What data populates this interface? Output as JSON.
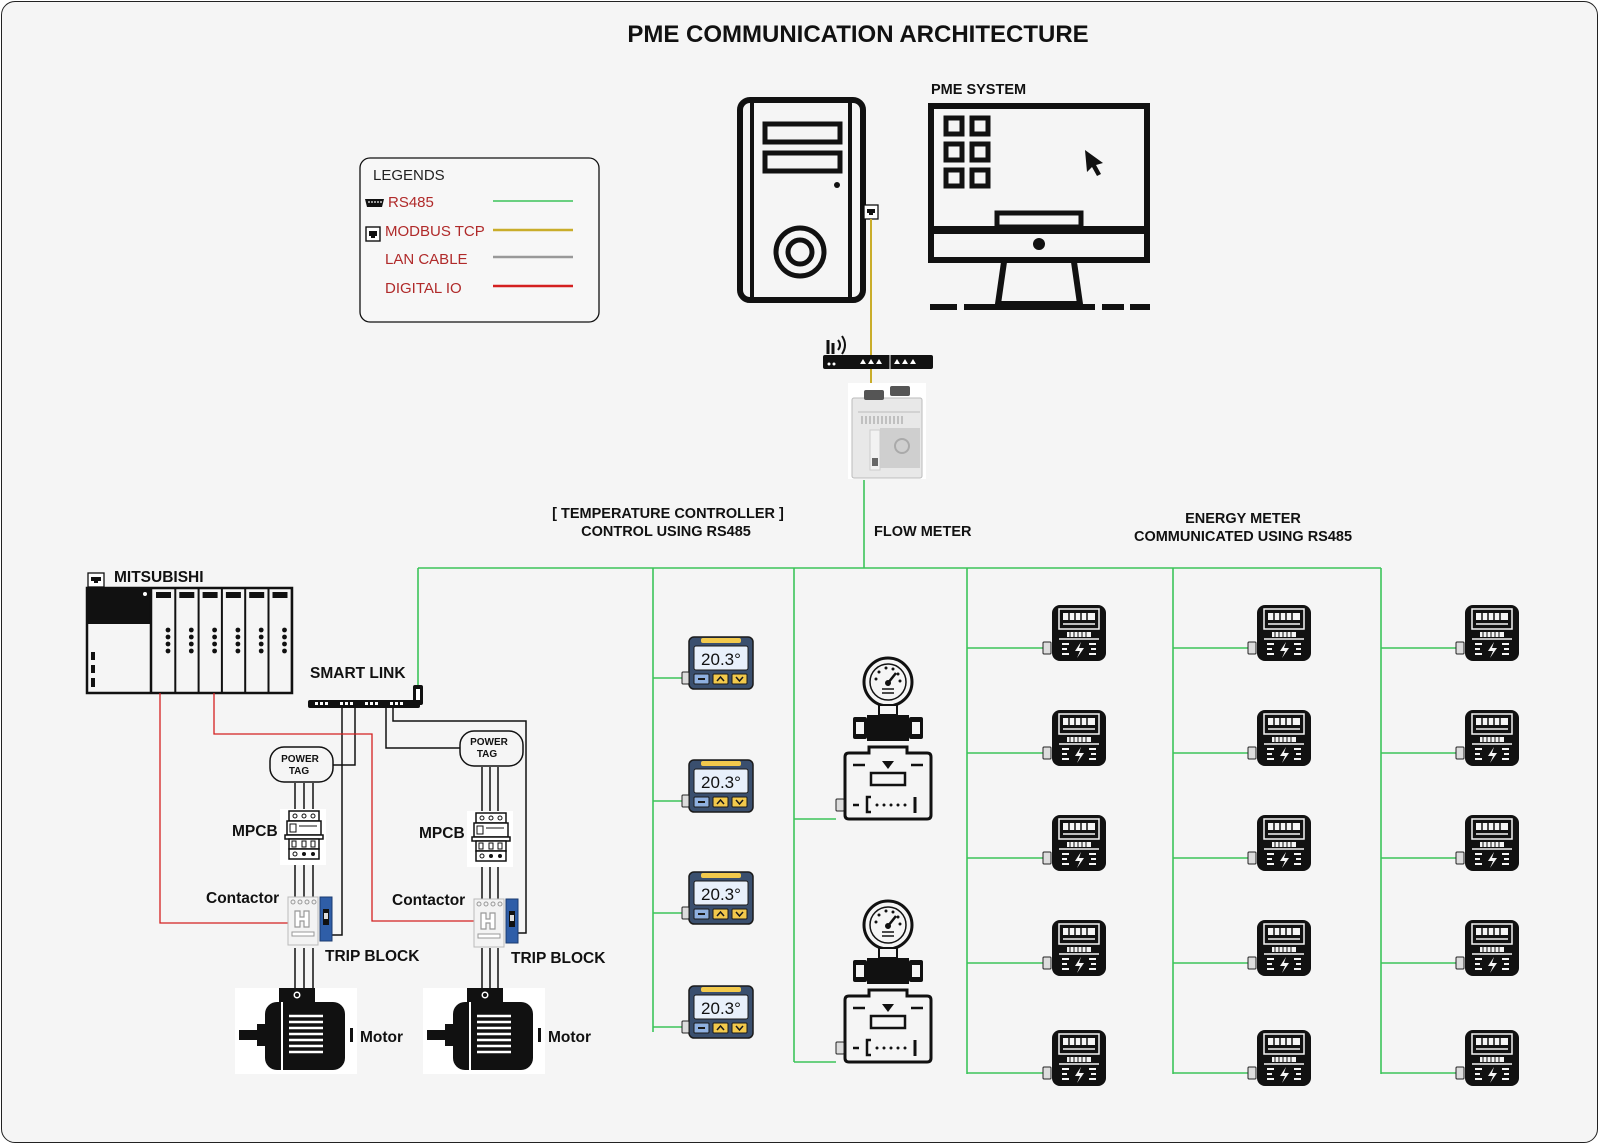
{
  "title": "PME COMMUNICATION ARCHITECTURE",
  "colors": {
    "rs485": "#3cc45a",
    "modbus_tcp": "#c9ad2a",
    "lan_cable": "#999999",
    "digital_io": "#d42020",
    "wiring": "#111111",
    "legend_text": "#b02a2a"
  },
  "legend": {
    "heading": "LEGENDS",
    "items": [
      {
        "label": "RS485",
        "icon": "serial-port-icon",
        "color": "#3cc45a"
      },
      {
        "label": "MODBUS TCP",
        "icon": "ethernet-port-icon",
        "color": "#c9ad2a"
      },
      {
        "label": "LAN CABLE",
        "icon": "",
        "color": "#999999"
      },
      {
        "label": "DIGITAL IO",
        "icon": "",
        "color": "#d42020"
      }
    ]
  },
  "pme_system": {
    "label": "PME  SYSTEM"
  },
  "sections": {
    "temperature_line1": "[ TEMPERATURE CONTROLLER ]",
    "temperature_line2": "CONTROL USING RS485",
    "flow_meter": "FLOW METER",
    "energy_line1": "ENERGY METER",
    "energy_line2": "COMMUNICATED USING RS485"
  },
  "plc": {
    "label": "MITSUBISHI"
  },
  "smart_link": {
    "label": "SMART LINK"
  },
  "motor_branches": [
    {
      "power_tag_line1": "POWER",
      "power_tag_line2": "TAG",
      "mpcb": "MPCB",
      "contactor": "Contactor",
      "trip_block": "TRIP BLOCK",
      "motor": "Motor"
    },
    {
      "power_tag_line1": "POWER",
      "power_tag_line2": "TAG",
      "mpcb": "MPCB",
      "contactor": "Contactor",
      "trip_block": "TRIP BLOCK",
      "motor": "Motor"
    }
  ],
  "temperature_controllers": [
    {
      "reading": "20.3°"
    },
    {
      "reading": "20.3°"
    },
    {
      "reading": "20.3°"
    },
    {
      "reading": "20.3°"
    }
  ],
  "flow_meters_count": 2,
  "energy_meter_columns": 3,
  "energy_meters_per_column": 5
}
